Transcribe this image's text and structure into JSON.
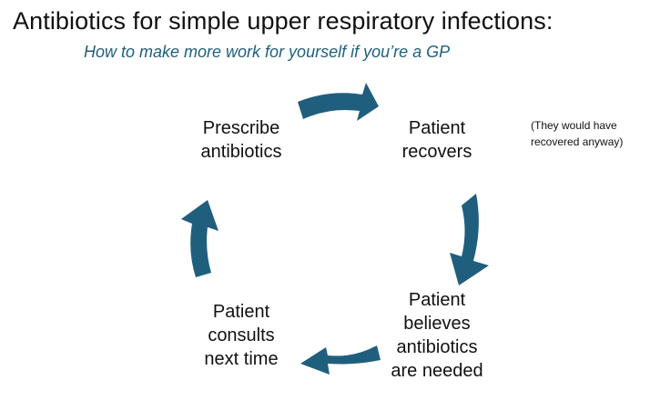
{
  "title": "Antibiotics for simple upper respiratory infections:",
  "subtitle": "How to make more work for yourself if you’re a GP",
  "nodes": {
    "prescribe": [
      "Prescribe",
      "antibiotics"
    ],
    "recovers": [
      "Patient",
      "recovers"
    ],
    "believes": [
      "Patient",
      "believes",
      "antibiotics",
      "are needed"
    ],
    "consults": [
      "Patient",
      "consults",
      "next time"
    ]
  },
  "note": [
    "(They would have",
    "recovered anyway)"
  ],
  "colors": {
    "arrow": "#1f5f7d",
    "subtitle": "#1f5f7d",
    "text": "#111111"
  }
}
